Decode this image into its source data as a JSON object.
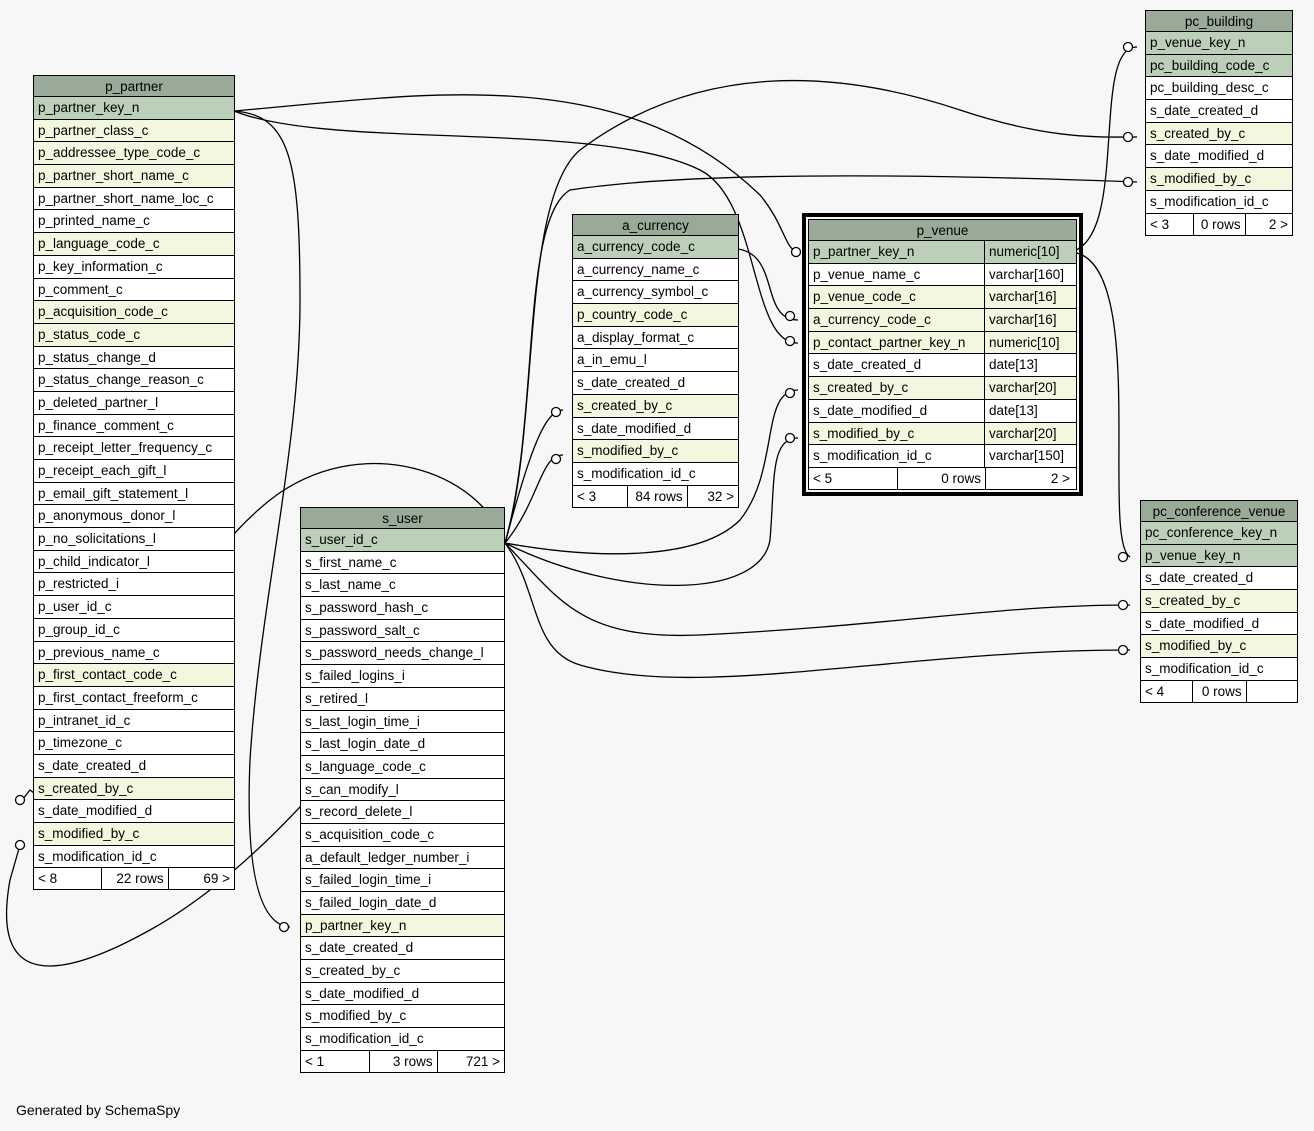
{
  "footer_text": "Generated by SchemaSpy",
  "colors": {
    "header": "#9aaa98",
    "primary_key": "#bccfb8",
    "foreign_key": "#f4f7df",
    "column": "#ffffff",
    "background": "#f7f7f7"
  },
  "tables": {
    "p_partner": {
      "name": "p_partner",
      "columns": [
        {
          "name": "p_partner_key_n",
          "kind": "pk"
        },
        {
          "name": "p_partner_class_c",
          "kind": "fk"
        },
        {
          "name": "p_addressee_type_code_c",
          "kind": "fk"
        },
        {
          "name": "p_partner_short_name_c",
          "kind": "fk"
        },
        {
          "name": "p_partner_short_name_loc_c",
          "kind": ""
        },
        {
          "name": "p_printed_name_c",
          "kind": ""
        },
        {
          "name": "p_language_code_c",
          "kind": "fk"
        },
        {
          "name": "p_key_information_c",
          "kind": ""
        },
        {
          "name": "p_comment_c",
          "kind": ""
        },
        {
          "name": "p_acquisition_code_c",
          "kind": "fk"
        },
        {
          "name": "p_status_code_c",
          "kind": "fk"
        },
        {
          "name": "p_status_change_d",
          "kind": ""
        },
        {
          "name": "p_status_change_reason_c",
          "kind": ""
        },
        {
          "name": "p_deleted_partner_l",
          "kind": ""
        },
        {
          "name": "p_finance_comment_c",
          "kind": ""
        },
        {
          "name": "p_receipt_letter_frequency_c",
          "kind": ""
        },
        {
          "name": "p_receipt_each_gift_l",
          "kind": ""
        },
        {
          "name": "p_email_gift_statement_l",
          "kind": ""
        },
        {
          "name": "p_anonymous_donor_l",
          "kind": ""
        },
        {
          "name": "p_no_solicitations_l",
          "kind": ""
        },
        {
          "name": "p_child_indicator_l",
          "kind": ""
        },
        {
          "name": "p_restricted_i",
          "kind": ""
        },
        {
          "name": "p_user_id_c",
          "kind": ""
        },
        {
          "name": "p_group_id_c",
          "kind": ""
        },
        {
          "name": "p_previous_name_c",
          "kind": ""
        },
        {
          "name": "p_first_contact_code_c",
          "kind": "fk"
        },
        {
          "name": "p_first_contact_freeform_c",
          "kind": ""
        },
        {
          "name": "p_intranet_id_c",
          "kind": ""
        },
        {
          "name": "p_timezone_c",
          "kind": ""
        },
        {
          "name": "s_date_created_d",
          "kind": ""
        },
        {
          "name": "s_created_by_c",
          "kind": "fk"
        },
        {
          "name": "s_date_modified_d",
          "kind": ""
        },
        {
          "name": "s_modified_by_c",
          "kind": "fk"
        },
        {
          "name": "s_modification_id_c",
          "kind": ""
        }
      ],
      "footer": [
        "< 8",
        "22 rows",
        "69 >"
      ]
    },
    "s_user": {
      "name": "s_user",
      "columns": [
        {
          "name": "s_user_id_c",
          "kind": "pk"
        },
        {
          "name": "s_first_name_c",
          "kind": ""
        },
        {
          "name": "s_last_name_c",
          "kind": ""
        },
        {
          "name": "s_password_hash_c",
          "kind": ""
        },
        {
          "name": "s_password_salt_c",
          "kind": ""
        },
        {
          "name": "s_password_needs_change_l",
          "kind": ""
        },
        {
          "name": "s_failed_logins_i",
          "kind": ""
        },
        {
          "name": "s_retired_l",
          "kind": ""
        },
        {
          "name": "s_last_login_time_i",
          "kind": ""
        },
        {
          "name": "s_last_login_date_d",
          "kind": ""
        },
        {
          "name": "s_language_code_c",
          "kind": ""
        },
        {
          "name": "s_can_modify_l",
          "kind": ""
        },
        {
          "name": "s_record_delete_l",
          "kind": ""
        },
        {
          "name": "s_acquisition_code_c",
          "kind": ""
        },
        {
          "name": "a_default_ledger_number_i",
          "kind": ""
        },
        {
          "name": "s_failed_login_time_i",
          "kind": ""
        },
        {
          "name": "s_failed_login_date_d",
          "kind": ""
        },
        {
          "name": "p_partner_key_n",
          "kind": "fk"
        },
        {
          "name": "s_date_created_d",
          "kind": ""
        },
        {
          "name": "s_created_by_c",
          "kind": ""
        },
        {
          "name": "s_date_modified_d",
          "kind": ""
        },
        {
          "name": "s_modified_by_c",
          "kind": ""
        },
        {
          "name": "s_modification_id_c",
          "kind": ""
        }
      ],
      "footer": [
        "< 1",
        "3 rows",
        "721 >"
      ]
    },
    "a_currency": {
      "name": "a_currency",
      "columns": [
        {
          "name": "a_currency_code_c",
          "kind": "pk"
        },
        {
          "name": "a_currency_name_c",
          "kind": ""
        },
        {
          "name": "a_currency_symbol_c",
          "kind": ""
        },
        {
          "name": "p_country_code_c",
          "kind": "fk"
        },
        {
          "name": "a_display_format_c",
          "kind": ""
        },
        {
          "name": "a_in_emu_l",
          "kind": ""
        },
        {
          "name": "s_date_created_d",
          "kind": ""
        },
        {
          "name": "s_created_by_c",
          "kind": "fk"
        },
        {
          "name": "s_date_modified_d",
          "kind": ""
        },
        {
          "name": "s_modified_by_c",
          "kind": "fk"
        },
        {
          "name": "s_modification_id_c",
          "kind": ""
        }
      ],
      "footer": [
        "< 3",
        "84 rows",
        "32 >"
      ]
    },
    "p_venue": {
      "name": "p_venue",
      "columns": [
        {
          "name": "p_partner_key_n",
          "type": "numeric[10]",
          "kind": "pk"
        },
        {
          "name": "p_venue_name_c",
          "type": "varchar[160]",
          "kind": ""
        },
        {
          "name": "p_venue_code_c",
          "type": "varchar[16]",
          "kind": "fk"
        },
        {
          "name": "a_currency_code_c",
          "type": "varchar[16]",
          "kind": "fk"
        },
        {
          "name": "p_contact_partner_key_n",
          "type": "numeric[10]",
          "kind": "fk"
        },
        {
          "name": "s_date_created_d",
          "type": "date[13]",
          "kind": ""
        },
        {
          "name": "s_created_by_c",
          "type": "varchar[20]",
          "kind": "fk"
        },
        {
          "name": "s_date_modified_d",
          "type": "date[13]",
          "kind": ""
        },
        {
          "name": "s_modified_by_c",
          "type": "varchar[20]",
          "kind": "fk"
        },
        {
          "name": "s_modification_id_c",
          "type": "varchar[150]",
          "kind": ""
        }
      ],
      "footer": [
        "< 5",
        "0 rows",
        "2 >"
      ]
    },
    "pc_building": {
      "name": "pc_building",
      "columns": [
        {
          "name": "p_venue_key_n",
          "kind": "pk"
        },
        {
          "name": "pc_building_code_c",
          "kind": "pk"
        },
        {
          "name": "pc_building_desc_c",
          "kind": ""
        },
        {
          "name": "s_date_created_d",
          "kind": ""
        },
        {
          "name": "s_created_by_c",
          "kind": "fk"
        },
        {
          "name": "s_date_modified_d",
          "kind": ""
        },
        {
          "name": "s_modified_by_c",
          "kind": "fk"
        },
        {
          "name": "s_modification_id_c",
          "kind": ""
        }
      ],
      "footer": [
        "< 3",
        "0 rows",
        "2 >"
      ]
    },
    "pc_conference_venue": {
      "name": "pc_conference_venue",
      "columns": [
        {
          "name": "pc_conference_key_n",
          "kind": "pk"
        },
        {
          "name": "p_venue_key_n",
          "kind": "pk"
        },
        {
          "name": "s_date_created_d",
          "kind": ""
        },
        {
          "name": "s_created_by_c",
          "kind": "fk"
        },
        {
          "name": "s_date_modified_d",
          "kind": ""
        },
        {
          "name": "s_modified_by_c",
          "kind": "fk"
        },
        {
          "name": "s_modification_id_c",
          "kind": ""
        }
      ],
      "footer": [
        "< 4",
        "0 rows",
        ""
      ]
    }
  }
}
